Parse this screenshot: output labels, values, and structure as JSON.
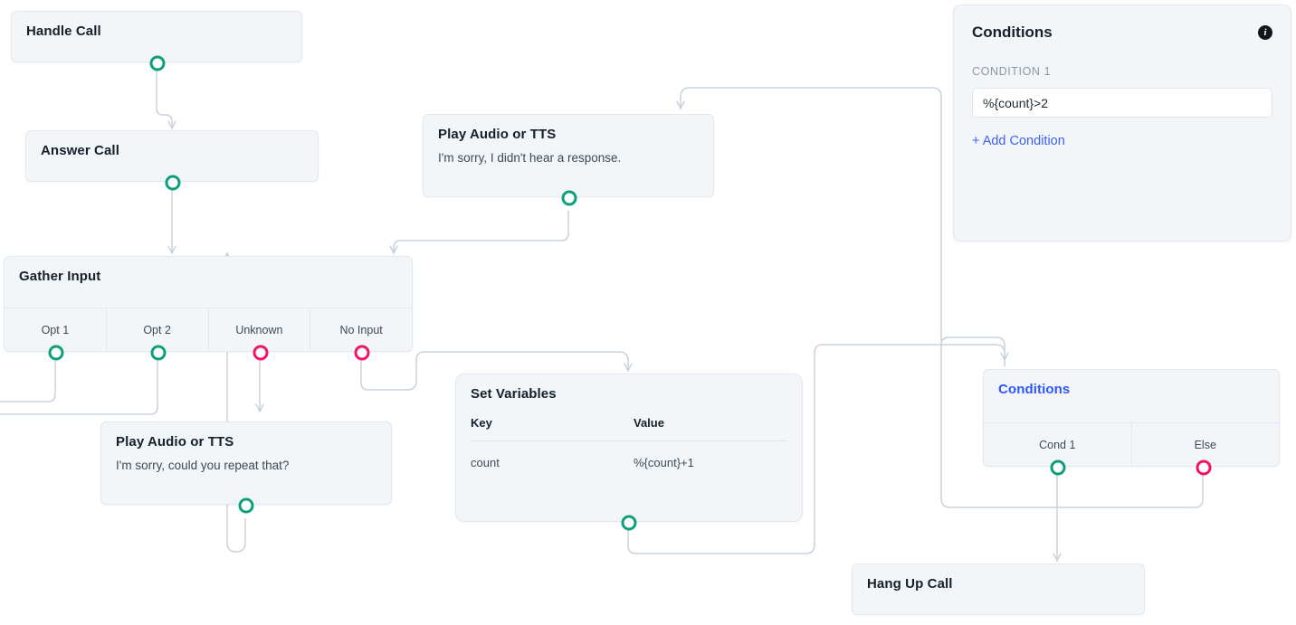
{
  "canvas": {
    "accent_teal": "#0d9e7d",
    "accent_pink": "#f21168",
    "edge_color": "#c9d2dc",
    "node_bg": "#f2f6f9",
    "node_border": "#e2e8ee",
    "link_blue": "#4061f5"
  },
  "nodes": {
    "handle_call": {
      "title": "Handle Call"
    },
    "answer_call": {
      "title": "Answer Call"
    },
    "gather_input": {
      "title": "Gather Input",
      "ports": [
        {
          "label": "Opt 1",
          "type": "success"
        },
        {
          "label": "Opt 2",
          "type": "success"
        },
        {
          "label": "Unknown",
          "type": "error"
        },
        {
          "label": "No Input",
          "type": "error"
        }
      ]
    },
    "play_audio_no_response": {
      "title": "Play Audio or TTS",
      "subtitle": "I'm sorry, I didn't hear a response."
    },
    "play_audio_repeat": {
      "title": "Play Audio or TTS",
      "subtitle": "I'm sorry, could you repeat that?"
    },
    "set_variables": {
      "title": "Set Variables",
      "columns": [
        "Key",
        "Value"
      ],
      "rows": [
        {
          "key": "count",
          "value": "%{count}+1"
        }
      ]
    },
    "conditions_node": {
      "title": "Conditions",
      "ports": [
        {
          "label": "Cond 1",
          "type": "success"
        },
        {
          "label": "Else",
          "type": "error"
        }
      ]
    },
    "hang_up_call": {
      "title": "Hang Up Call"
    }
  },
  "panel": {
    "title": "Conditions",
    "info_icon": "info-icon",
    "condition_label": "CONDITION 1",
    "condition_value": "%{count}>2",
    "add_condition_label": "+ Add Condition"
  }
}
